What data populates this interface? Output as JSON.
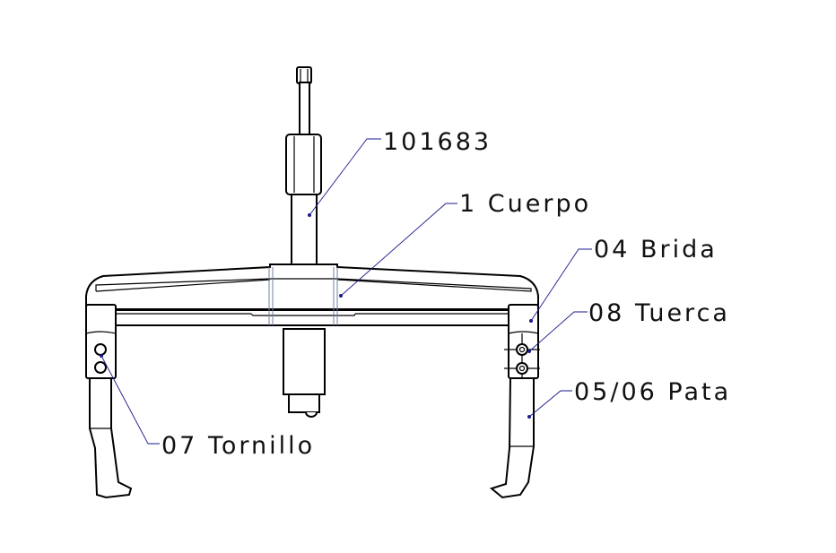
{
  "drawing": {
    "callouts": [
      {
        "id": "screw",
        "text": "101683"
      },
      {
        "id": "body",
        "text": "1 Cuerpo"
      },
      {
        "id": "flange",
        "text": "04 Brida"
      },
      {
        "id": "nut",
        "text": "08 Tuerca"
      },
      {
        "id": "leg",
        "text": "05/06 Pata"
      },
      {
        "id": "bolt",
        "text": "07 Tornillo"
      }
    ],
    "colors": {
      "line": "#000000",
      "leader": "#1a1a8a",
      "hidden": "#7080a0"
    }
  }
}
